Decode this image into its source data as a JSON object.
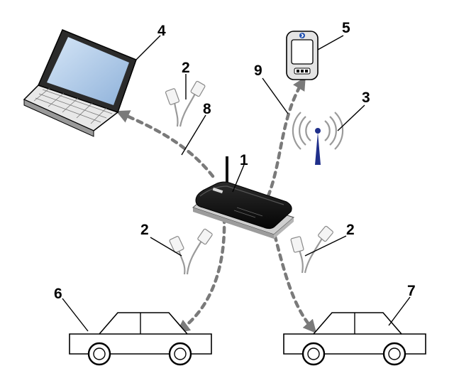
{
  "labels": {
    "router": "1",
    "cable": "2",
    "antenna": "3",
    "laptop": "4",
    "phone": "5",
    "car_left": "6",
    "car_right": "7",
    "wired_link": "8",
    "wireless_link": "9"
  },
  "colors": {
    "arrow": "#7a7a7a",
    "router_body": "#111111",
    "screen": "#a9c6e8",
    "antenna_mast": "#1f2f8a"
  },
  "icons": [
    "router-icon",
    "laptop-icon",
    "phone-icon",
    "antenna-icon",
    "cable-icon",
    "car-icon",
    "bluetooth-icon"
  ]
}
